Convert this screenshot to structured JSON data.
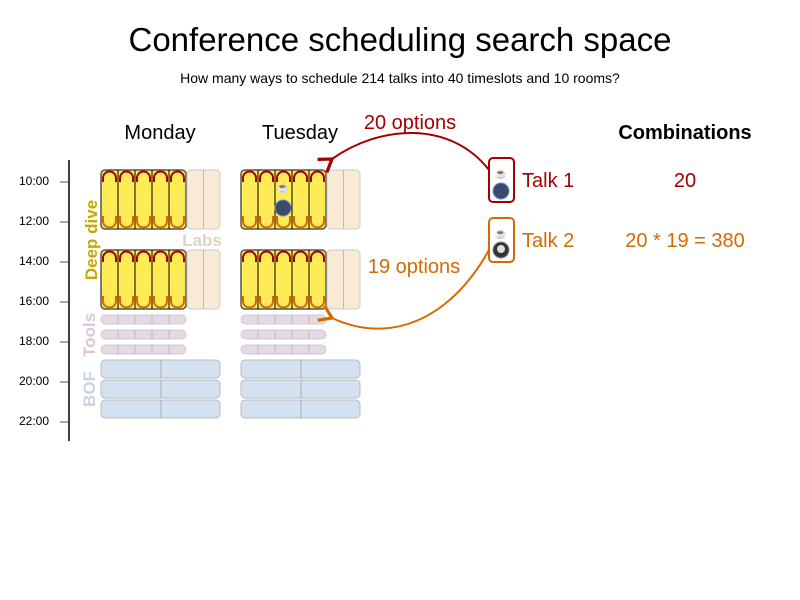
{
  "title": "Conference scheduling search space",
  "subtitle": "How many ways to schedule 214 talks into 40 timeslots and 10 rooms?",
  "days": [
    "Monday",
    "Tuesday"
  ],
  "times": [
    "10:00",
    "12:00",
    "14:00",
    "16:00",
    "18:00",
    "20:00",
    "22:00"
  ],
  "tracks": {
    "deep_dive": "Deep dive",
    "labs": "Labs",
    "tools": "Tools",
    "bof": "BOF"
  },
  "talks": [
    {
      "label": "Talk 1",
      "options": "20 options",
      "combination": "20",
      "color": "#a50000"
    },
    {
      "label": "Talk 2",
      "options": "19 options",
      "combination": "20 * 19 = 380",
      "color": "#d46a00"
    }
  ],
  "combinations_header": "Combinations",
  "colors": {
    "deep_dive_fill": "#ffeb55",
    "labs_fill": "#f9ead5",
    "tools_fill": "#e6d9e6",
    "bof_fill": "#d4e1f0",
    "deep_dive_label": "#c9a800",
    "labs_label": "#e0d3bf",
    "tools_label": "#d6c8d6",
    "bof_label": "#c8d4e6"
  }
}
